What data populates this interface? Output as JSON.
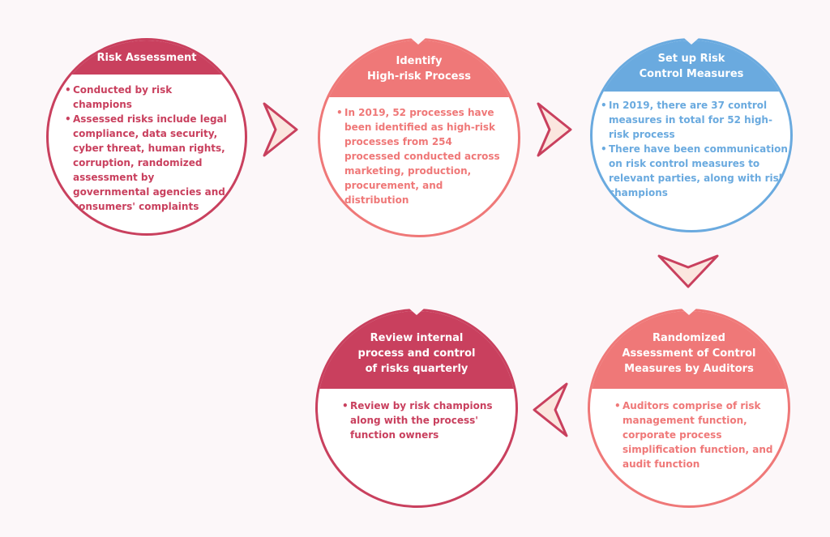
{
  "colors": {
    "crimson": "#c9405e",
    "coral": "#ef7878",
    "blue": "#6aaadf",
    "arrow_fill": "#fbe6df",
    "arrow_stroke": "#c9405e"
  },
  "steps": [
    {
      "title": "Risk Assessment",
      "color": "crimson",
      "points": [
        "Conducted by risk champions",
        "Assessed risks include legal compliance, data security, cyber threat, human rights, corruption, randomized assessment by governmental agencies and consumers' complaints"
      ]
    },
    {
      "title": "Identify\nHigh-risk Process",
      "color": "coral",
      "points": [
        "In 2019, 52 processes have been identified as high-risk processes from 254 processed conducted across marketing, production, procurement, and distribution"
      ]
    },
    {
      "title": "Set up Risk\nControl Measures",
      "color": "blue",
      "points": [
        "In 2019, there are 37 control measures in total for 52 high-risk process",
        "There have been communication on risk control measures to relevant parties, along with risk champions"
      ]
    },
    {
      "title": "Randomized\nAssessment of Control\nMeasures by Auditors",
      "color": "coral",
      "points": [
        "Auditors comprise of risk management function, corporate process simplification function, and audit function"
      ]
    },
    {
      "title": "Review internal\nprocess and control\nof risks quarterly",
      "color": "crimson",
      "points": [
        "Review by risk champions along with the process' function owners"
      ]
    }
  ],
  "arrows": [
    {
      "direction": "right"
    },
    {
      "direction": "right"
    },
    {
      "direction": "down"
    },
    {
      "direction": "left"
    }
  ]
}
